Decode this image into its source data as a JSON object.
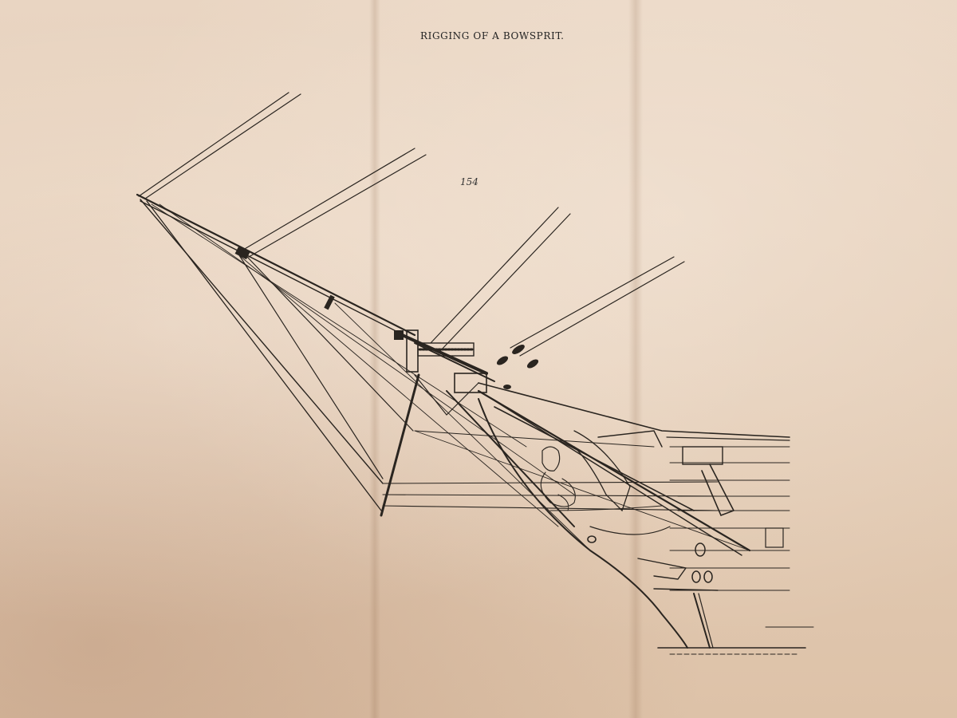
{
  "plate": {
    "title": "RIGGING OF A BOWSPRIT.",
    "page_number": "154"
  },
  "colors": {
    "paper": "#e6d0bb",
    "ink": "#2a2520"
  },
  "illustration": {
    "subject": "ship-bow-with-bowsprit-and-rigging"
  }
}
